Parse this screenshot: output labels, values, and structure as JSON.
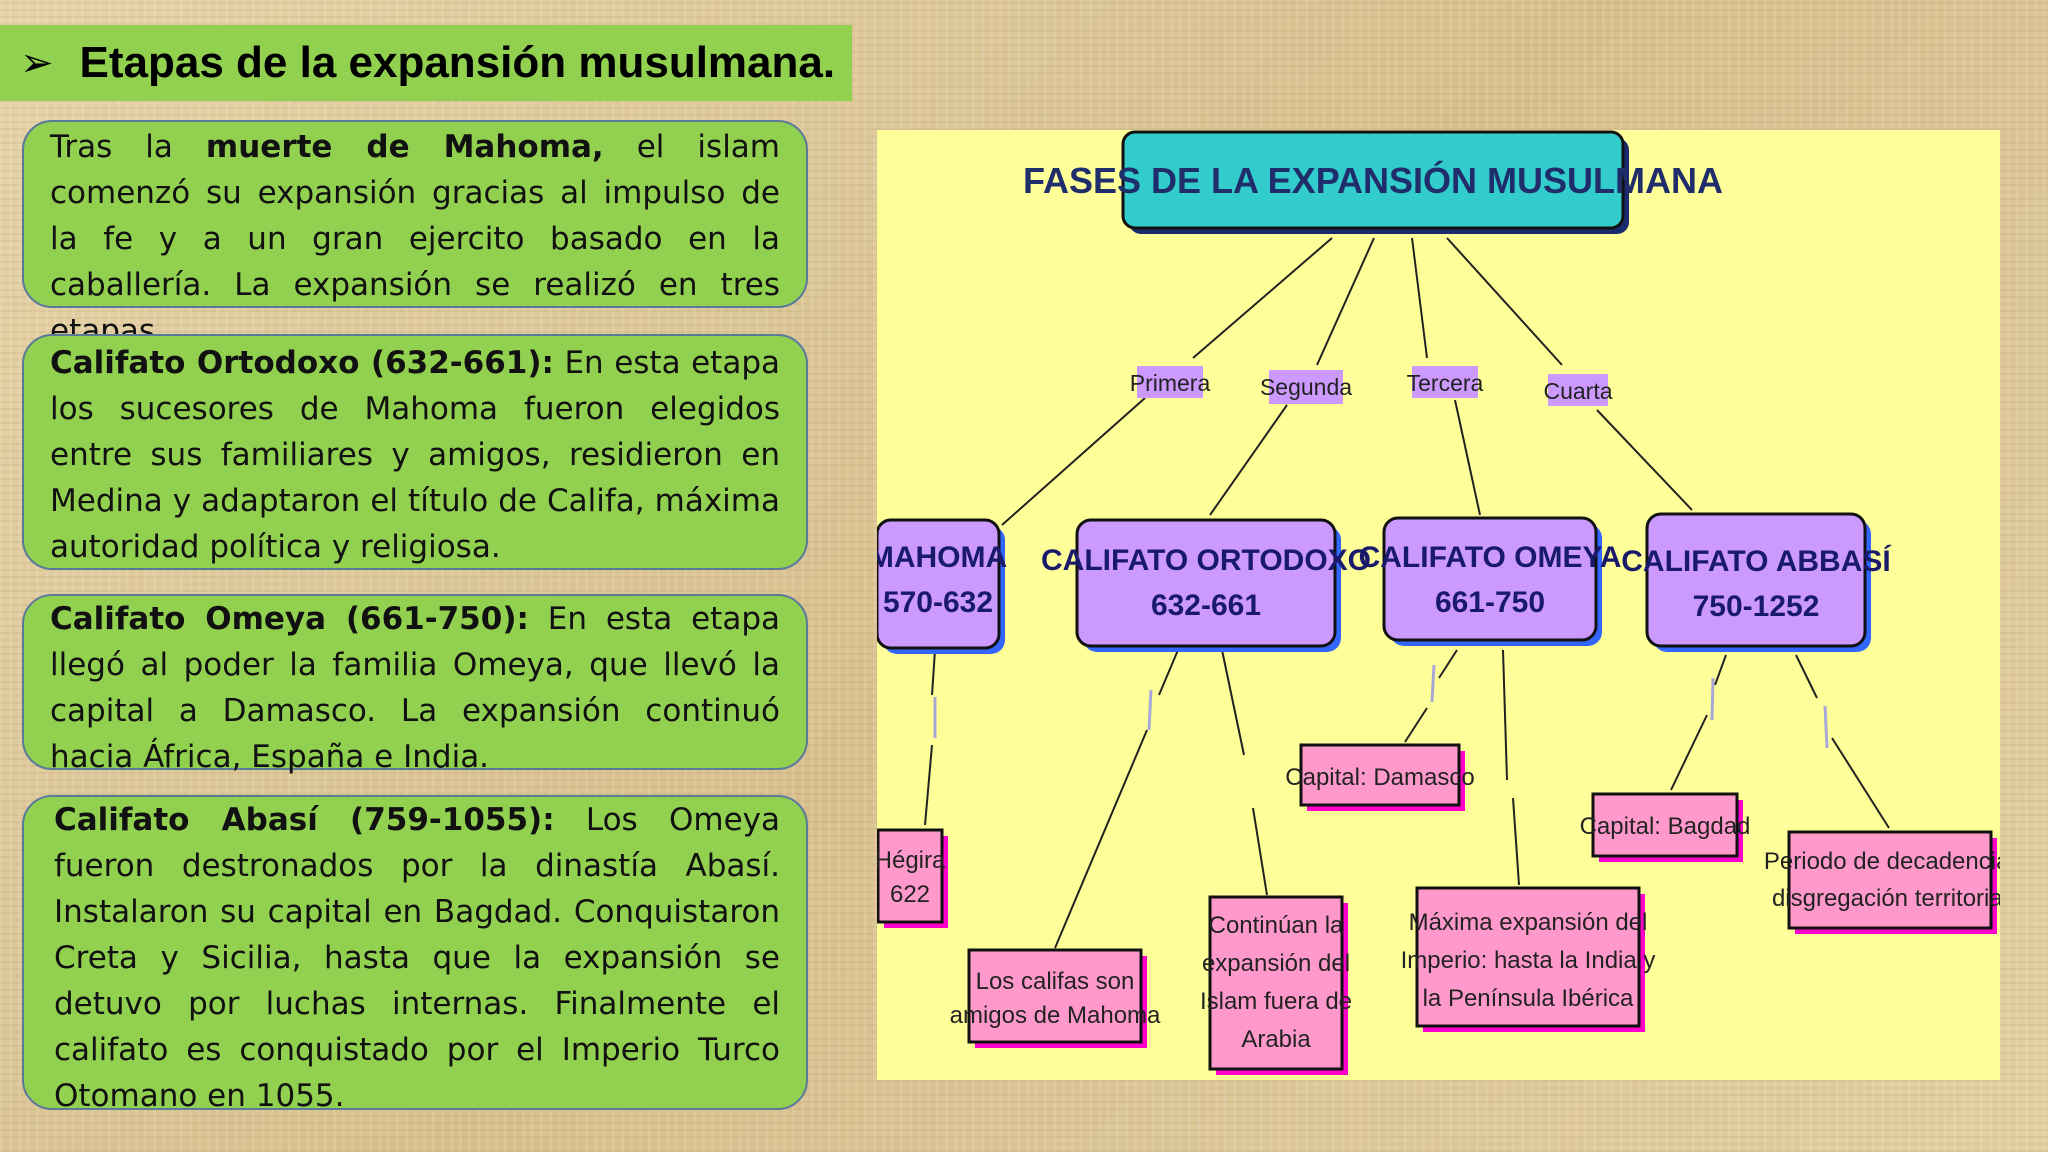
{
  "title": {
    "bullet": "➢",
    "text": "Etapas de la expansión musulmana."
  },
  "boxes": [
    {
      "bold": "",
      "lead": "Tras la ",
      "bold_mid": "muerte de Mahoma,",
      "rest": " el islam comenzó su expansión gracias al impulso de la fe y a un gran ejercito basado en la caballería. La expansión se realizó en tres etapas."
    },
    {
      "bold": "Califato Ortodoxo (632-661):",
      "rest": " En esta etapa los sucesores de Mahoma fueron elegidos entre sus familiares y amigos, residieron en Medina y adaptaron el título de Califa, máxima autoridad política y religiosa."
    },
    {
      "bold": "Califato Omeya (661-750):",
      "rest": " En esta etapa llegó al poder la familia Omeya, que llevó la capital a Damasco. La expansión continuó hacia África, España e India."
    },
    {
      "bold": "Califato Abasí (759-1055):",
      "rest": " Los Omeya fueron destronados por la dinastía Abasí. Instalaron su capital en Bagdad. Conquistaron Creta y Sicilia, hasta que la expansión se detuvo por luchas internas. Finalmente el califato es conquistado por el Imperio Turco Otomano en 1055."
    }
  ],
  "diagram": {
    "root": "FASES DE LA EXPANSIÓN MUSULMANA",
    "phase_labels": [
      "Primera",
      "Segunda",
      "Tercera",
      "Cuarta"
    ],
    "stages": [
      {
        "name": "MAHOMA",
        "dates": "570-632"
      },
      {
        "name": "CALIFATO ORTODOXO",
        "dates": "632-661"
      },
      {
        "name": "CALIFATO OMEYA",
        "dates": "661-750"
      },
      {
        "name": "CALIFATO ABBASÍ",
        "dates": "750-1252"
      }
    ],
    "details": {
      "hegira": [
        "Hégira",
        "622"
      ],
      "califas": [
        "Los califas son",
        "amigos de Mahoma"
      ],
      "continuan": [
        "Continúan la",
        "expansión del",
        "Islam fuera de",
        "Arabia"
      ],
      "damasco": [
        "Capital: Damasco"
      ],
      "maxima": [
        "Máxima expansión del",
        "Imperio: hasta la India y",
        "la Península Ibérica"
      ],
      "bagdad": [
        "Capital: Bagdad"
      ],
      "decadencia": [
        "Periodo de decadencia:",
        "disgregación territorial"
      ]
    },
    "colors": {
      "background": "#ffff99",
      "root_fill": "#33cccc",
      "stage_fill": "#cc99ff",
      "detail_fill": "#ff99cc",
      "stage_shadow": "#3366ff",
      "detail_shadow": "#ff00cc",
      "root_text": "#1f2d6b",
      "stage_text": "#1a1a6b"
    }
  }
}
